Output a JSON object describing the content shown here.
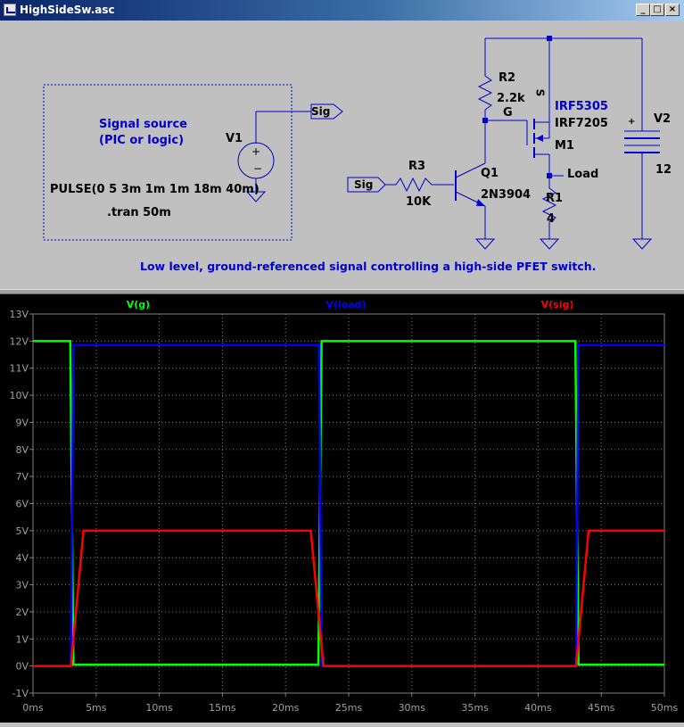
{
  "window": {
    "title": "HighSideSw.asc",
    "minimize_label": "_",
    "maximize_label": "□",
    "close_label": "×"
  },
  "schematic": {
    "signal_source_line1": "Signal source",
    "signal_source_line2": "(PIC or logic)",
    "v1_label": "V1",
    "v1_value": "PULSE(0 5 3m 1m 1m 18m 40m)",
    "tran_directive": ".tran 50m",
    "sig_flag_out": "Sig",
    "sig_flag_in": "Sig",
    "r3_label": "R3",
    "r3_value": "10K",
    "q1_label": "Q1",
    "q1_value": "2N3904",
    "r2_label": "R2",
    "r2_value": "2.2k",
    "gate_label": "G",
    "source_label": "S",
    "m1_model_blue": "IRF5305",
    "m1_model": "IRF7205",
    "m1_label": "M1",
    "load_label": "Load",
    "r1_label": "R1",
    "r1_value": "4",
    "v2_label": "V2",
    "v2_value": "12",
    "v2_plus": "+",
    "comment": "Low level, ground-referenced signal controlling a high-side PFET switch."
  },
  "chart_data": {
    "type": "line",
    "xlabel": "",
    "ylabel": "",
    "xlim": [
      0,
      50
    ],
    "ylim": [
      -1,
      13
    ],
    "x_ticks": [
      "0ms",
      "5ms",
      "10ms",
      "15ms",
      "20ms",
      "25ms",
      "30ms",
      "35ms",
      "40ms",
      "45ms",
      "50ms"
    ],
    "y_ticks": [
      "-1V",
      "0V",
      "1V",
      "2V",
      "3V",
      "4V",
      "5V",
      "6V",
      "7V",
      "8V",
      "9V",
      "10V",
      "11V",
      "12V",
      "13V"
    ],
    "grid": true,
    "legend_placement": "top",
    "series": [
      {
        "name": "V(g)",
        "color": "#00ff00",
        "points": [
          [
            0,
            12
          ],
          [
            2.95,
            12
          ],
          [
            3.2,
            0.05
          ],
          [
            22.6,
            0.05
          ],
          [
            22.85,
            12
          ],
          [
            42.95,
            12
          ],
          [
            43.2,
            0.05
          ],
          [
            50,
            0.05
          ]
        ]
      },
      {
        "name": "V(load)",
        "color": "#0000ff",
        "points": [
          [
            0,
            0
          ],
          [
            3.0,
            0
          ],
          [
            3.2,
            11.85
          ],
          [
            22.65,
            11.85
          ],
          [
            22.85,
            0
          ],
          [
            43.0,
            0
          ],
          [
            43.2,
            11.85
          ],
          [
            50,
            11.85
          ]
        ]
      },
      {
        "name": "V(sig)",
        "color": "#ff0000",
        "points": [
          [
            0,
            0
          ],
          [
            3,
            0
          ],
          [
            4,
            5
          ],
          [
            22,
            5
          ],
          [
            23,
            0
          ],
          [
            43,
            0
          ],
          [
            44,
            5
          ],
          [
            50,
            5
          ]
        ]
      }
    ]
  }
}
